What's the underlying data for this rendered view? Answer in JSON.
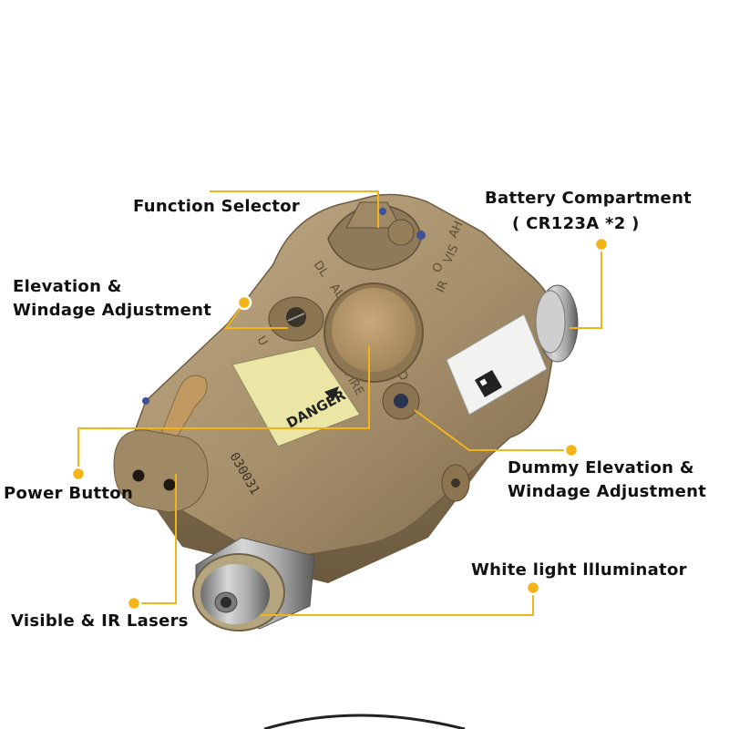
{
  "labels": {
    "function_selector": "Function Selector",
    "battery_line1": "Battery Compartment",
    "battery_line2": "( CR123A *2 )",
    "elevation_line1": "Elevation &",
    "elevation_line2": "Windage Adjustment",
    "power_button": "Power Button",
    "dummy_line1": "Dummy Elevation &",
    "dummy_line2": "Windage Adjustment",
    "white_light": "White light llluminator",
    "lasers": "Visible & IR Lasers"
  },
  "device": {
    "warning_title": "DANGER",
    "serial": "030031",
    "mode_marks": [
      "AL",
      "DL",
      "IR",
      "O",
      "VIS",
      "AH",
      "FIRE",
      "U",
      "D"
    ]
  },
  "colors": {
    "leader": "#f3b41a",
    "body": "#a58e6a",
    "body_dark": "#7b684a",
    "body_light": "#bfa985",
    "metal": "#9a9a9a",
    "label_yellow": "#ece6a6",
    "text": "#111111"
  }
}
